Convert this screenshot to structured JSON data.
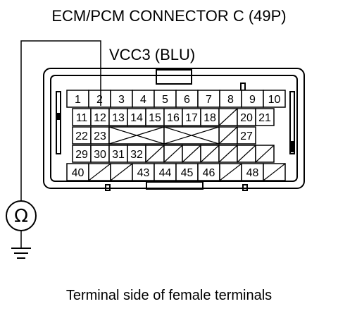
{
  "title": "ECM/PCM CONNECTOR C (49P)",
  "wire_label": "VCC3 (BLU)",
  "caption": "Terminal side of female terminals",
  "meter_symbol": "Ω",
  "connector": {
    "rows": [
      [
        "1",
        "2",
        "3",
        "4",
        "5",
        "6",
        "7",
        "8",
        "9",
        "10"
      ],
      [
        "11",
        "12",
        "13",
        "14",
        "15",
        "16",
        "17",
        "18",
        "",
        "20",
        "21"
      ],
      [
        "22",
        "23",
        "",
        "",
        "",
        "",
        "",
        "",
        "",
        "27"
      ],
      [
        "29",
        "30",
        "31",
        "32",
        "",
        "",
        "",
        "",
        "",
        "",
        ""
      ],
      [
        "40",
        "",
        "",
        "43",
        "44",
        "45",
        "46",
        "",
        "48",
        ""
      ]
    ]
  },
  "probe_terminal": "2"
}
